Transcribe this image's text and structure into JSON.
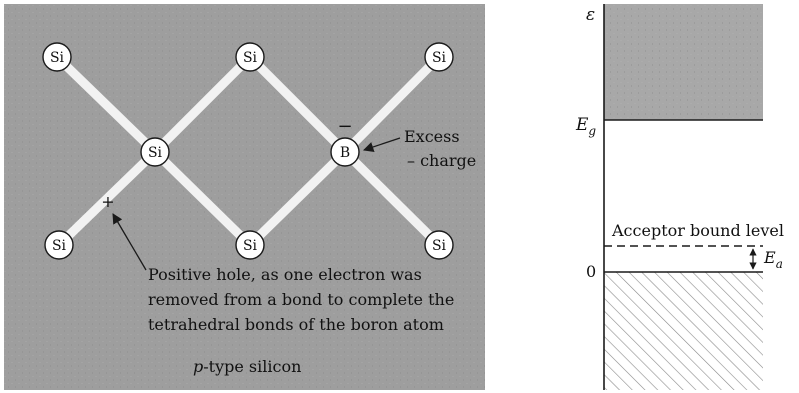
{
  "lattice_panel": {
    "background_color": "#9e9e9e",
    "bond_color": "#f2f2f2",
    "atom_fill": "#ffffff",
    "atom_stroke": "#1a1a1a",
    "atoms": [
      {
        "id": "si-top-left",
        "label": "Si"
      },
      {
        "id": "si-top-middle",
        "label": "Si"
      },
      {
        "id": "si-top-right",
        "label": "Si"
      },
      {
        "id": "si-middle-left",
        "label": "Si"
      },
      {
        "id": "boron",
        "label": "B"
      },
      {
        "id": "si-bottom-left",
        "label": "Si"
      },
      {
        "id": "si-bottom-middle",
        "label": "Si"
      },
      {
        "id": "si-bottom-right",
        "label": "Si"
      }
    ],
    "minus_sign": "−",
    "plus_sign": "+",
    "excess_charge_label_line1": "Excess",
    "excess_charge_label_line2": "– charge",
    "hole_caption_line1": "Positive hole, as one electron was",
    "hole_caption_line2": "removed from a bond to complete the",
    "hole_caption_line3": "tetrahedral bonds of the boron atom",
    "panel_caption_italic": "p",
    "panel_caption_rest": "-type silicon"
  },
  "band_panel": {
    "epsilon_label": "ε",
    "eg_label_main": "E",
    "eg_label_sub": "g",
    "zero_label": "0",
    "acceptor_label": "Acceptor bound level",
    "ea_label_main": "E",
    "ea_label_sub": "a",
    "conduction_band_color": "#a8a8a8",
    "hatch_color": "#8a8a8a"
  }
}
